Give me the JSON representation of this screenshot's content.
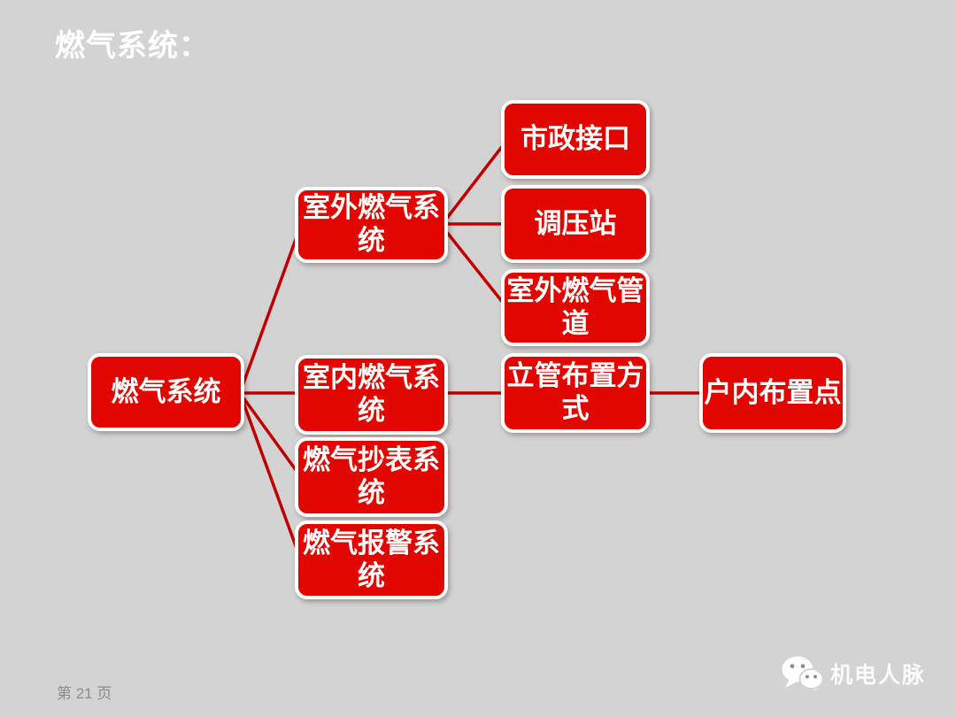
{
  "slide": {
    "title": "燃气系统："
  },
  "diagram": {
    "root": {
      "id": "gas-system",
      "label": "燃气系统"
    },
    "level2": [
      {
        "id": "outdoor",
        "label": "室外燃气系统",
        "parent": "gas-system"
      },
      {
        "id": "indoor",
        "label": "室内燃气系统",
        "parent": "gas-system"
      },
      {
        "id": "meter",
        "label": "燃气抄表系统",
        "parent": "gas-system"
      },
      {
        "id": "alarm",
        "label": "燃气报警系统",
        "parent": "gas-system"
      }
    ],
    "level3": [
      {
        "id": "municipal",
        "label": "市政接口",
        "parent": "outdoor"
      },
      {
        "id": "regulator",
        "label": "调压站",
        "parent": "outdoor"
      },
      {
        "id": "pipeline",
        "label": "室外燃气管道",
        "parent": "outdoor"
      },
      {
        "id": "riser",
        "label": "立管布置方式",
        "parent": "indoor"
      }
    ],
    "level4": [
      {
        "id": "indoor-point",
        "label": "户内布置点",
        "parent": "riser"
      }
    ]
  },
  "footer": {
    "page_number": "第 21 页",
    "brand_name": "机电人脉",
    "brand_icon": "wechat-icon"
  },
  "colors": {
    "background": "#d3d3d3",
    "node_fill": "#e10600",
    "node_border": "#ffffff",
    "node_text": "#ffffff",
    "connector": "#c00000",
    "title_text": "#ffffff",
    "page_text": "#8c8c8c",
    "brand_text": "#fbfbfb"
  }
}
